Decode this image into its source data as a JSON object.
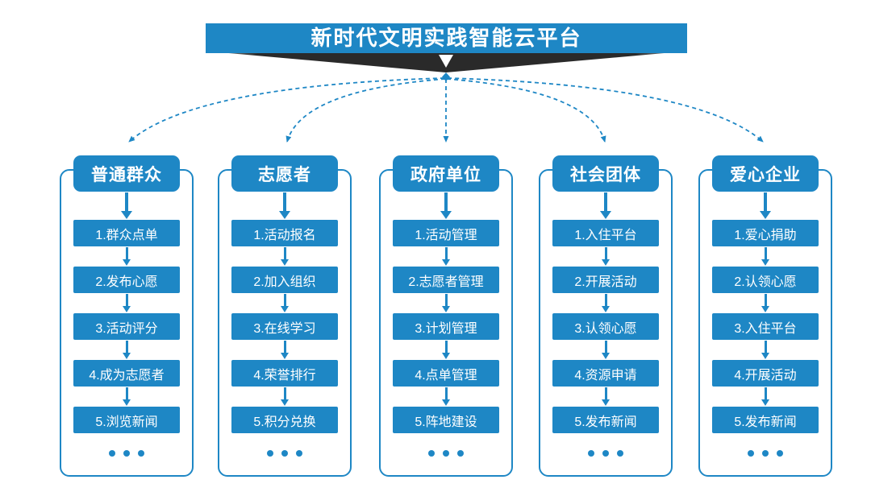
{
  "title": "新时代文明实践智能云平台",
  "colors": {
    "accent_blue": "#1e87c5",
    "ribbon_dark": "#2a2a2a",
    "background": "#ffffff",
    "text_on_blue": "#ffffff"
  },
  "columns": [
    {
      "header": "普通群众",
      "items": [
        "1.群众点单",
        "2.发布心愿",
        "3.活动评分",
        "4.成为志愿者",
        "5.浏览新闻"
      ],
      "more": "..."
    },
    {
      "header": "志愿者",
      "items": [
        "1.活动报名",
        "2.加入组织",
        "3.在线学习",
        "4.荣誉排行",
        "5.积分兑换"
      ],
      "more": "..."
    },
    {
      "header": "政府单位",
      "items": [
        "1.活动管理",
        "2.志愿者管理",
        "3.计划管理",
        "4.点单管理",
        "5.阵地建设"
      ],
      "more": "..."
    },
    {
      "header": "社会团体",
      "items": [
        "1.入住平台",
        "2.开展活动",
        "3.认领心愿",
        "4.资源申请",
        "5.发布新闻"
      ],
      "more": "..."
    },
    {
      "header": "爱心企业",
      "items": [
        "1.爱心捐助",
        "2.认领心愿",
        "3.入住平台",
        "4.开展活动",
        "5.发布新闻"
      ],
      "more": "..."
    }
  ]
}
